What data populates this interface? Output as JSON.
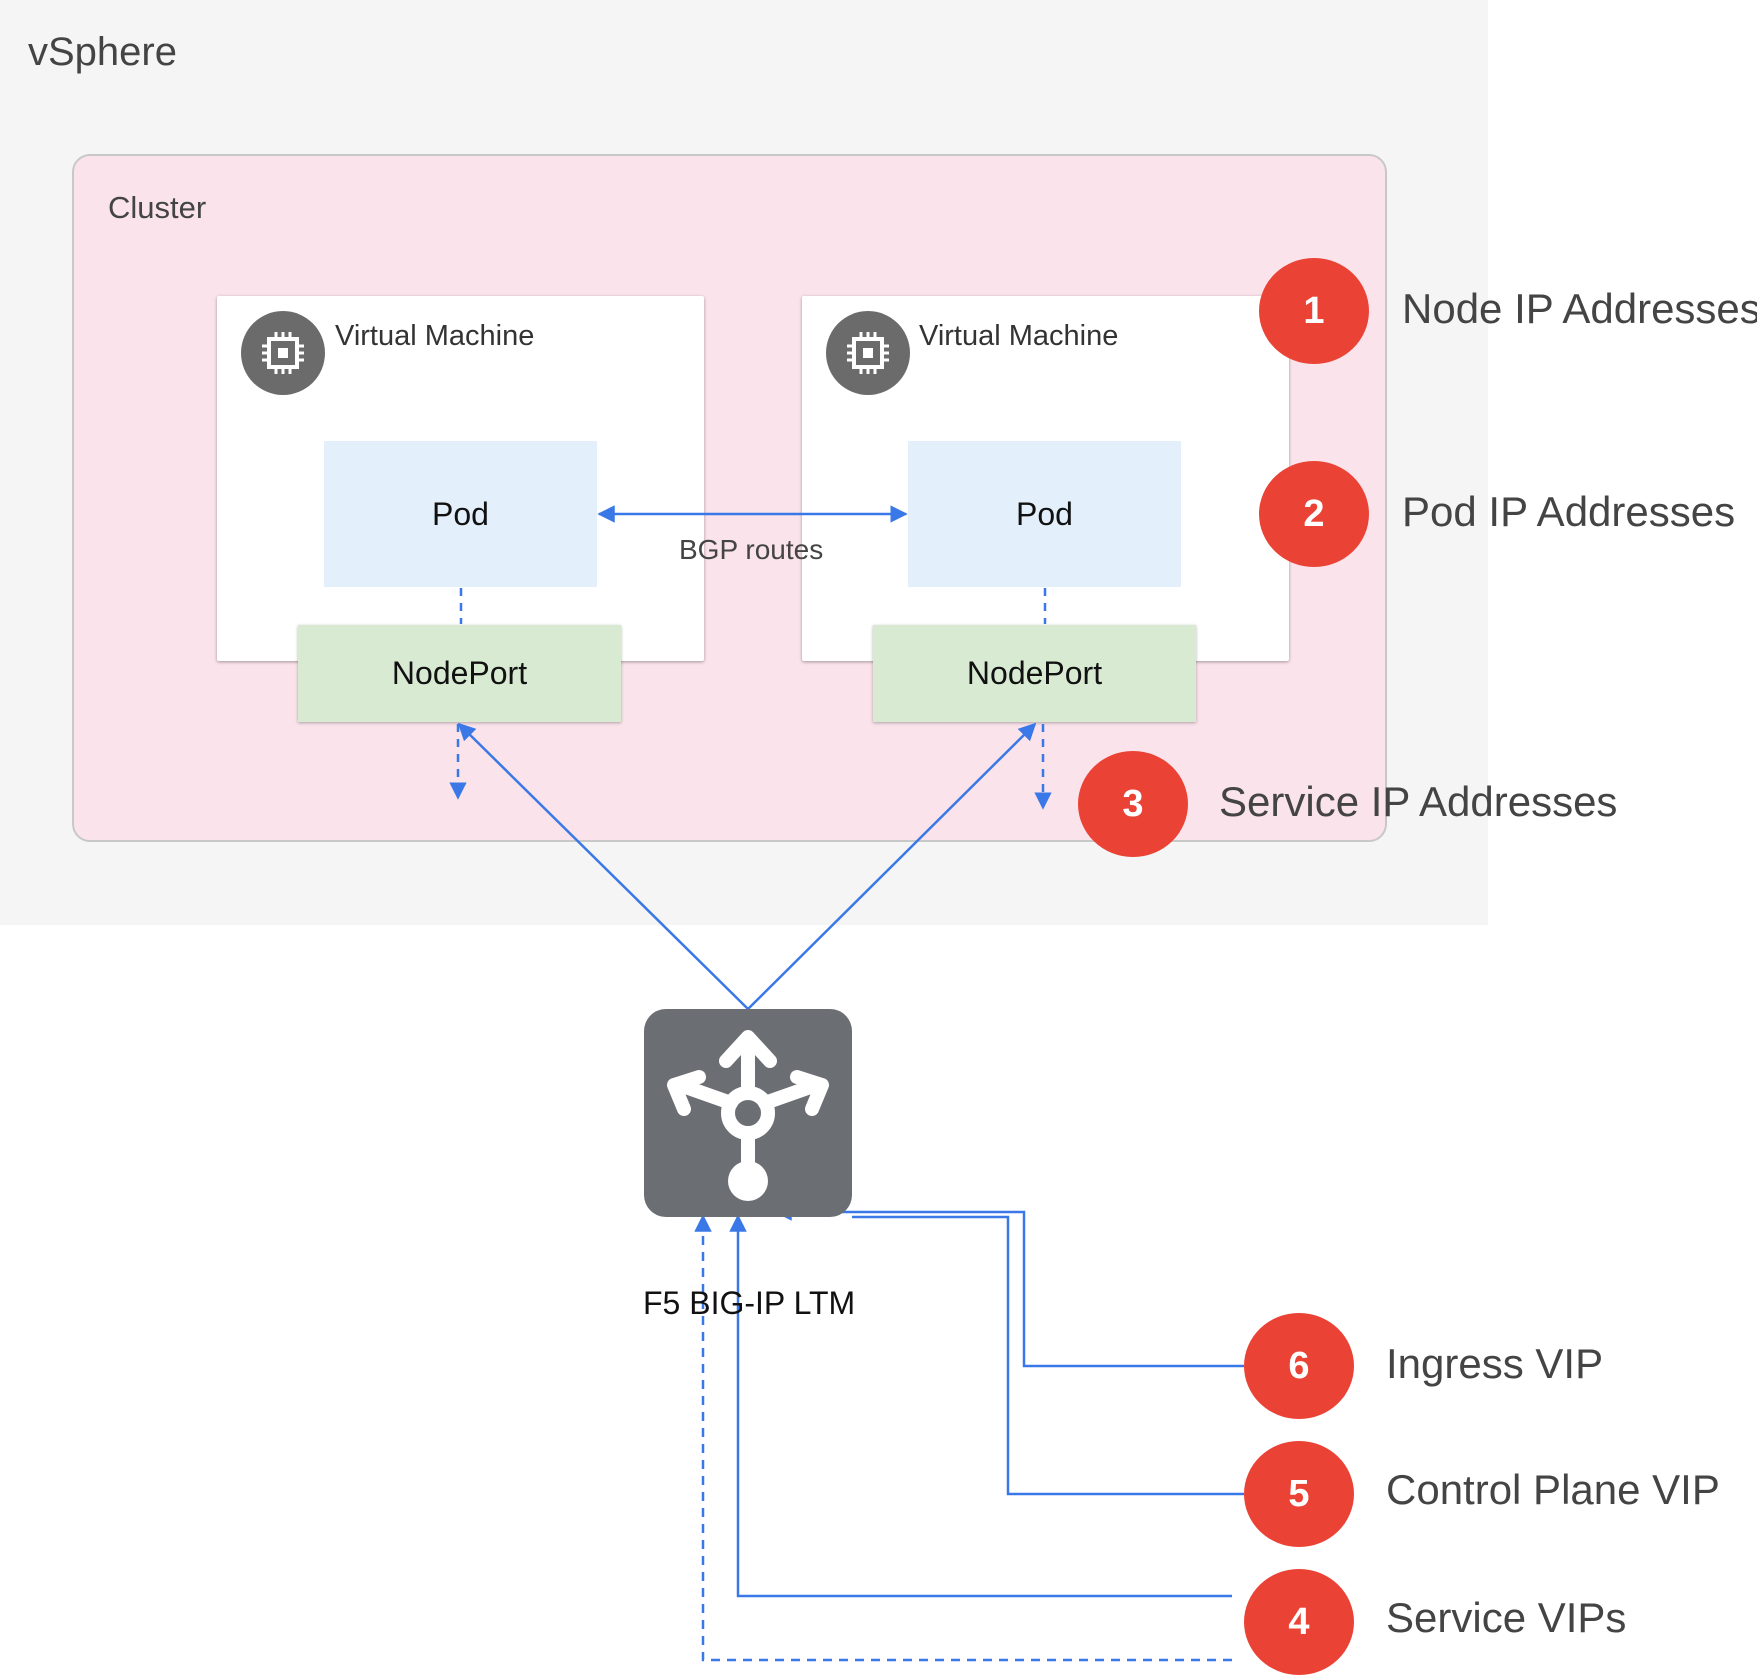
{
  "vsphere": {
    "title": "vSphere"
  },
  "cluster": {
    "title": "Cluster"
  },
  "vms": [
    {
      "title": "Virtual Machine",
      "pod": "Pod",
      "nodeport": "NodePort"
    },
    {
      "title": "Virtual Machine",
      "pod": "Pod",
      "nodeport": "NodePort"
    }
  ],
  "bgp_label": "BGP routes",
  "load_balancer": {
    "label": "F5 BIG-IP LTM"
  },
  "callouts": [
    {
      "number": "1",
      "label": "Node IP Addresses"
    },
    {
      "number": "2",
      "label": "Pod IP Addresses"
    },
    {
      "number": "3",
      "label": "Service IP Addresses"
    },
    {
      "number": "6",
      "label": "Ingress VIP"
    },
    {
      "number": "5",
      "label": "Control Plane VIP"
    },
    {
      "number": "4",
      "label": "Service VIPs"
    }
  ],
  "colors": {
    "badge": "#ea4335",
    "arrow": "#3b78e7",
    "cluster_fill": "#fae3ea",
    "pod_fill": "#e3f0fc",
    "nodeport_fill": "#d9ead3",
    "icon_gray": "#6b6e73"
  }
}
